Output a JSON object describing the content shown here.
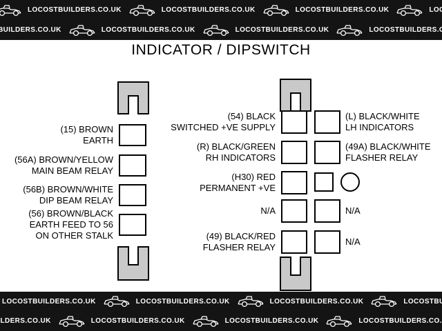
{
  "title": "INDICATOR / DIPSWITCH",
  "watermark": {
    "text": "LOCOSTBUILDERS.CO.UK"
  },
  "left_connector": {
    "pins": [
      {
        "label": "(15) BROWN\nEARTH"
      },
      {
        "label": "(56A) BROWN/YELLOW\nMAIN BEAM RELAY"
      },
      {
        "label": "(56B) BROWN/WHITE\nDIP BEAM RELAY"
      },
      {
        "label": "(56) BROWN/BLACK\nEARTH FEED TO 56\nON OTHER STALK"
      }
    ]
  },
  "right_connector": {
    "left_pins": [
      {
        "label": "(54) BLACK\nSWITCHED +VE SUPPLY"
      },
      {
        "label": "(R) BLACK/GREEN\nRH INDICATORS"
      },
      {
        "label": "(H30) RED\nPERMANENT +VE"
      },
      {
        "label": "N/A"
      },
      {
        "label": "(49) BLACK/RED\nFLASHER RELAY"
      }
    ],
    "right_pins": [
      {
        "label": "(L) BLACK/WHITE\nLH INDICATORS"
      },
      {
        "label": "(49A) BLACK/WHITE\nFLASHER RELAY"
      },
      {
        "label": ""
      },
      {
        "label": "N/A"
      },
      {
        "label": "N/A"
      }
    ]
  },
  "colors": {
    "background": "#ffffff",
    "band_background": "#141414",
    "band_text": "#ffffff",
    "connector_fill": "#c9c9c9",
    "outline": "#000000"
  }
}
